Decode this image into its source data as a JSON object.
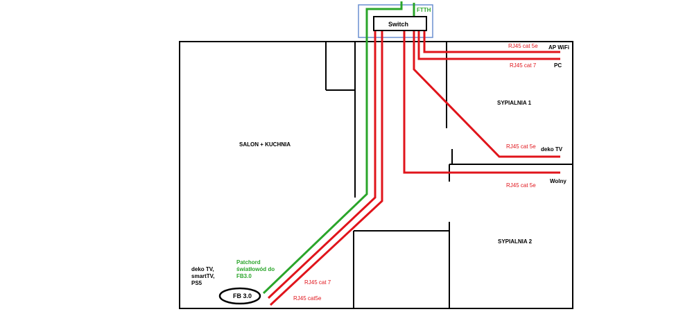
{
  "colors": {
    "wall": "#000000",
    "rj45": "#e0141b",
    "fiber": "#2aa52a",
    "switch_box_border": "#6a8fd0"
  },
  "labels": {
    "ftth": "FTTH",
    "switch": "Switch",
    "ap_wifi": "AP WiFi",
    "pc": "PC",
    "rj45_ap": "RJ45 cat 5e",
    "rj45_pc": "RJ45 cat 7",
    "sypialnia1": "SYPIALNIA 1",
    "salon": "SALON + KUCHNIA",
    "rj45_deko": "RJ45 cat 5e",
    "deko_tv_bedroom": "deko  TV",
    "wolny": "Wolny",
    "rj45_wolny": "RJ45 cat 5e",
    "sypialnia2": "SYPIALNIA 2",
    "patchord_line1": "Patchord",
    "patchord_line2": "światłowód do",
    "patchord_line3": "FB3.0",
    "devices_line1": "deko TV,",
    "devices_line2": "smartTV,",
    "devices_line3": "PS5",
    "fb": "FB 3.0",
    "rj45_cat7_salon": "RJ45 cat 7",
    "rj45_cat5e_salon": "RJ45 cat5e"
  }
}
